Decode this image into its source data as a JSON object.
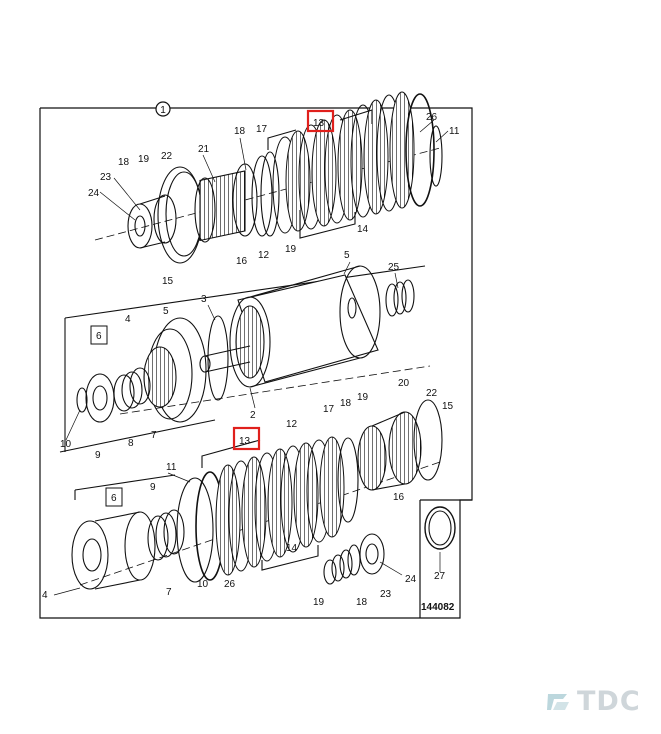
{
  "diagram": {
    "group_number": "1",
    "figure_number": "144082",
    "highlighted_part": "13",
    "highlight_color": "#e0201c",
    "line_color": "#111111",
    "labels": {
      "top": [
        "13",
        "26",
        "11",
        "18",
        "17",
        "21",
        "18",
        "19",
        "22",
        "23",
        "24",
        "16",
        "12",
        "19",
        "14",
        "15"
      ],
      "middle": [
        "5",
        "25",
        "3",
        "4",
        "5",
        "6",
        "2",
        "10",
        "9",
        "8",
        "7"
      ],
      "bottom": [
        "13",
        "12",
        "17",
        "18",
        "19",
        "20",
        "22",
        "15",
        "11",
        "9",
        "6",
        "16",
        "14",
        "10",
        "26",
        "4",
        "7",
        "24",
        "27",
        "19",
        "18",
        "23"
      ]
    }
  },
  "watermark": {
    "text": "TDC",
    "icon": "tdc-logo-icon",
    "color": "#cfd6da"
  }
}
